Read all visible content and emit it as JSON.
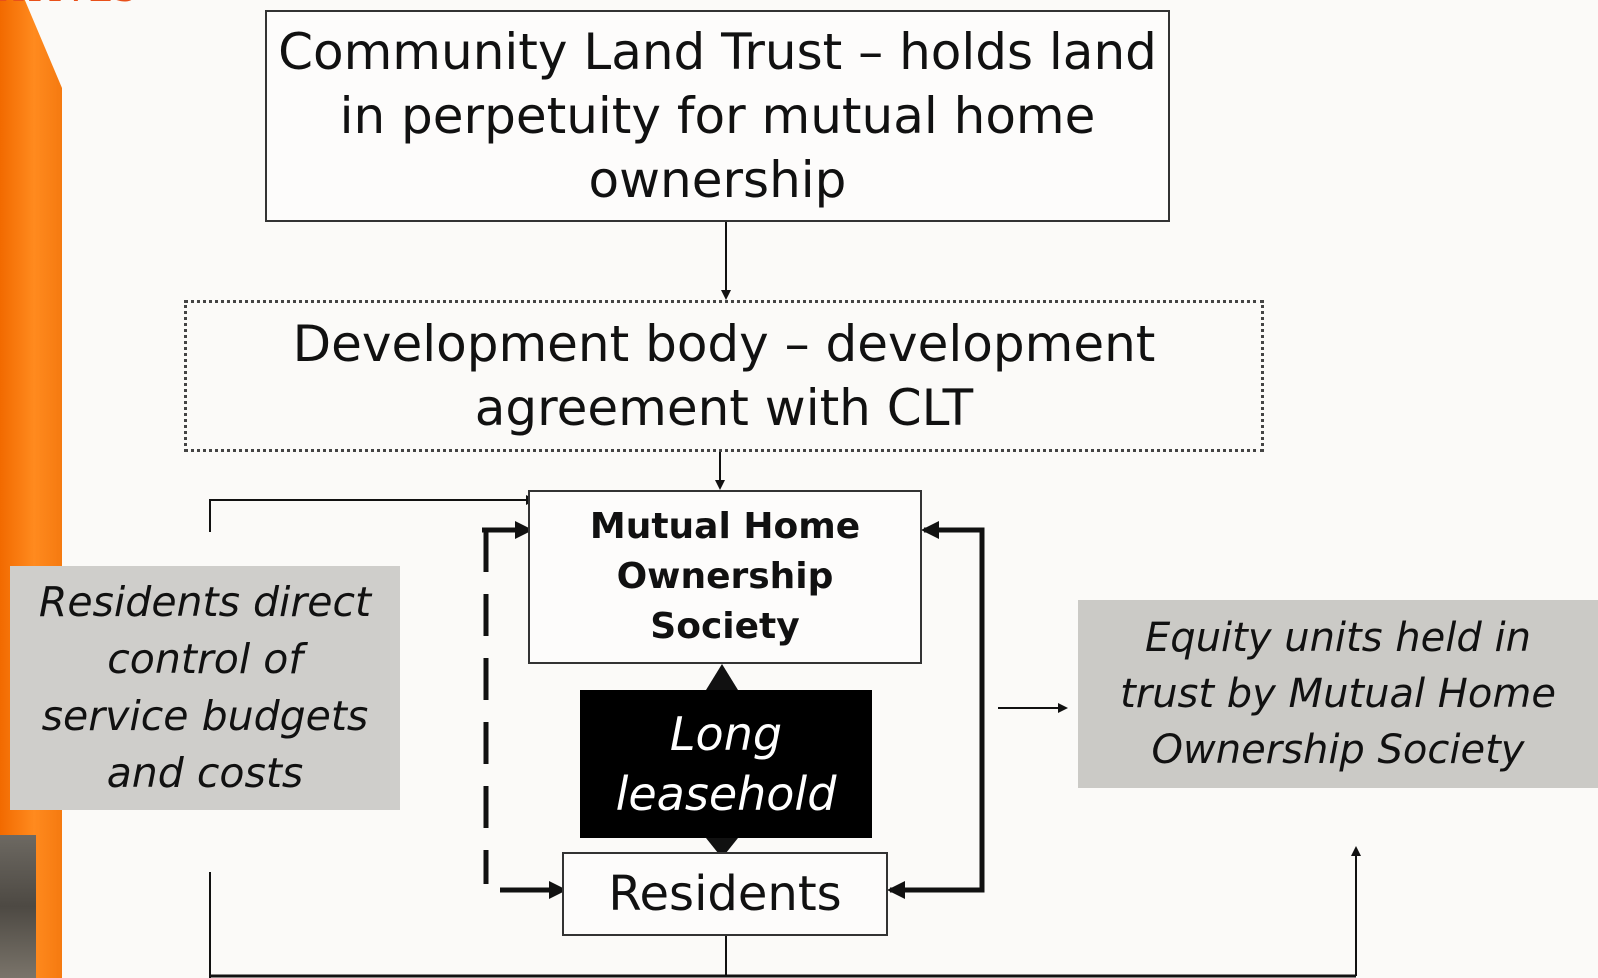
{
  "header": {
    "title_fragment": "ATIVES"
  },
  "boxes": {
    "clt": {
      "lines": [
        "Community Land Trust – holds land",
        "in perpetuity for mutual home",
        "ownership"
      ]
    },
    "development": {
      "lines": [
        "Development body – development",
        "agreement with CLT"
      ]
    },
    "mhos": {
      "lines": [
        "Mutual Home",
        "Ownership",
        "Society"
      ]
    },
    "leasehold": {
      "lines": [
        "Long",
        "leasehold"
      ]
    },
    "residents": {
      "label": "Residents"
    }
  },
  "notes": {
    "left": {
      "lines": [
        "Residents direct",
        "control of",
        "service budgets",
        "and costs"
      ]
    },
    "right": {
      "lines": [
        "Equity units held in",
        "trust by Mutual Home",
        "Ownership Society"
      ]
    }
  },
  "colors": {
    "accent_orange": "#f26a00",
    "note_gray": "#cfcecb",
    "leasehold_bg": "#000000"
  }
}
